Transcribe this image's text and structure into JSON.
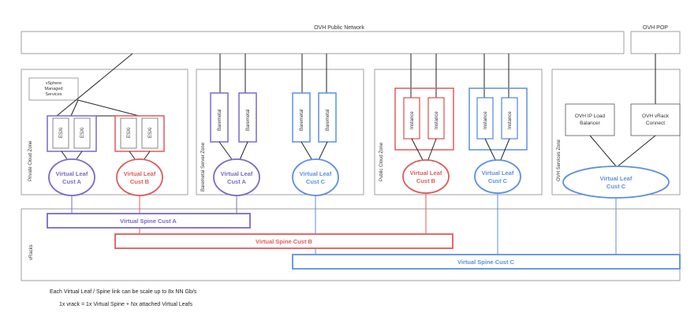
{
  "diagram": {
    "public_network": {
      "label": "OVH Public Network"
    },
    "pop": {
      "label": "OVH POP"
    },
    "zones": {
      "private_cloud": "Private Cloud Zone",
      "baremetal": "Baremetal Server Zone",
      "public_cloud": "Public Cloud Zone",
      "services": "OVH Services Zone"
    },
    "vsphere": {
      "line1": "vSphere",
      "line2": "Managed",
      "line3": "Services"
    },
    "nodes": {
      "esxi": "ESXi",
      "baremetal": "Baremetal",
      "instance": "Instance"
    },
    "services": {
      "lb_line1": "OVH IP Load",
      "lb_line2": "Balancer",
      "vrack_line1": "OVH vRack",
      "vrack_line2": "Connect"
    },
    "leaves": {
      "private_a": {
        "line1": "Virtual Leaf",
        "line2": "Cust A"
      },
      "private_b": {
        "line1": "Virtual Leaf",
        "line2": "Cust B"
      },
      "baremetal_a": {
        "line1": "Virtual Leaf",
        "line2": "Cust A"
      },
      "baremetal_c": {
        "line1": "Virtual Leaf",
        "line2": "Cust C"
      },
      "public_b": {
        "line1": "Virtual Leaf",
        "line2": "Cust B"
      },
      "public_c": {
        "line1": "Virtual Leaf",
        "line2": "Cust C"
      },
      "services_c": {
        "line1": "Virtual Leaf",
        "line2": "Cust C"
      }
    },
    "vracks": {
      "label": "vRacks"
    },
    "spines": {
      "a": "Virtual Spine Cust A",
      "b": "Virtual Spine Cust B",
      "c": "Virtual Spine Cust C"
    },
    "notes": {
      "line1": "Each Virtual Leaf / Spine link can be scale up to 8x NN Gb/s",
      "line2": "1x vrack = 1x Virtual Spine + Nx attached Virtual Leafs"
    },
    "colors": {
      "cust_a": "#7b68c8",
      "cust_b": "#e05a5a",
      "cust_c": "#5b8fe3",
      "frame": "#888888",
      "line": "#222222"
    }
  }
}
